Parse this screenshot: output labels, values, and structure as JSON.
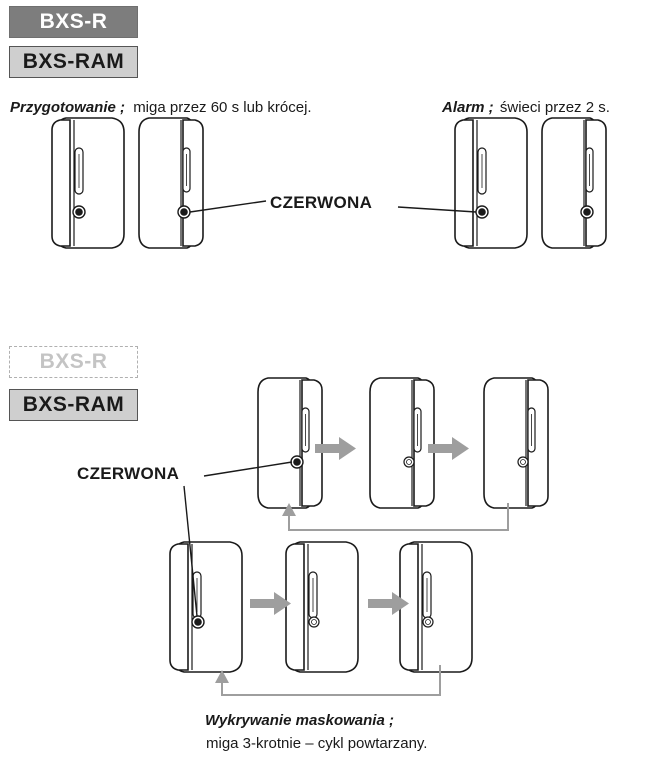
{
  "section_top": {
    "badge_primary": "BXS-R",
    "badge_secondary": "BXS-RAM",
    "preparation": {
      "title": "Przygotowanie ;",
      "text": "miga przez 60 s lub krócej."
    },
    "alarm": {
      "title": "Alarm ;",
      "text": "świeci przez 2 s."
    },
    "led_label": "CZERWONA"
  },
  "section_bottom": {
    "badge_inactive": "BXS-R",
    "badge_active": "BXS-RAM",
    "led_label": "CZERWONA",
    "caption_title": "Wykrywanie maskowania ;",
    "caption_text": "miga 3-krotnie – cykl powtarzany."
  },
  "colors": {
    "badge_dark": "#7d7d7d",
    "badge_light": "#cfcfcf",
    "arrow": "#9e9e9e",
    "line": "#1a1a1a"
  }
}
